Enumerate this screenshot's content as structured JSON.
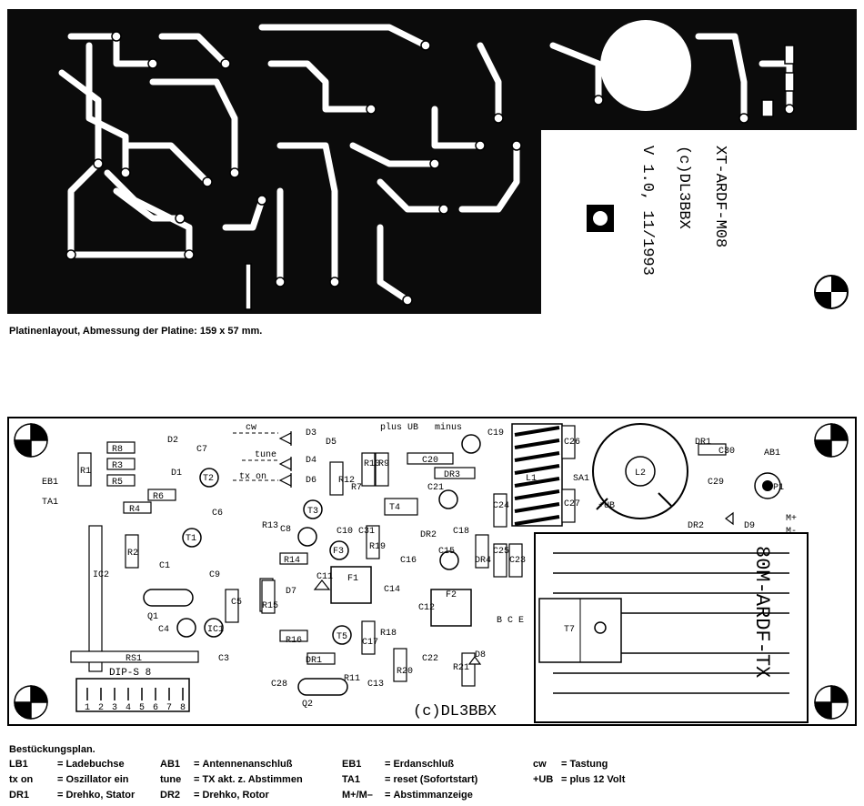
{
  "layout": {
    "caption": "Platinenlayout, Abmessung der Platine: 159 x 57 mm.",
    "silk_lines": [
      "XT-ARDF-M08",
      "(c)DL3BBX",
      "V 1.0, 11/1993"
    ]
  },
  "placement": {
    "caption": "Bestückungsplan.",
    "board_title": "80M-ARDF-TX",
    "copyright": "(c)DL3BBX",
    "dip_label": "DIP-S 8",
    "dip_numbers": [
      "1",
      "2",
      "3",
      "4",
      "5",
      "6",
      "7",
      "8"
    ],
    "labels": {
      "cw": "cw",
      "tune": "tune",
      "tx_on": "tx on",
      "plus_ub": "plus UB",
      "minus": "minus",
      "r8": "R8",
      "r3": "R3",
      "r5": "R5",
      "r1": "R1",
      "r6": "R6",
      "r4": "R4",
      "r2": "R2",
      "d2": "D2",
      "d1": "D1",
      "c7": "C7",
      "t2": "T2",
      "c6": "C6",
      "t1": "T1",
      "c9": "C9",
      "c1": "C1",
      "d3": "D3",
      "d4": "D4",
      "d6": "D6",
      "d5": "D5",
      "r12": "R12",
      "r10": "R10",
      "r9": "R9",
      "r7": "R7",
      "c19": "C19",
      "c20": "C20",
      "dr3": "DR3",
      "c21": "C21",
      "t4": "T4",
      "t3": "T3",
      "c8": "C8",
      "c10": "C10",
      "f3": "F3",
      "r13": "R13",
      "c31": "C31",
      "r19": "R19",
      "r14": "R14",
      "dr2_mid": "DR2",
      "c18": "C18",
      "c16": "C16",
      "c15": "C15",
      "c24": "C24",
      "c25": "C25",
      "c23": "C23",
      "dr4": "DR4",
      "l1": "L1",
      "c26": "C26",
      "c27": "C27",
      "l2": "L2",
      "dr1_top": "DR1",
      "c30": "C30",
      "ab1": "AB1",
      "c29": "C29",
      "p1": "P1",
      "d9": "D9",
      "dr2_right": "DR2",
      "m_plus": "M+",
      "m_minus": "M-",
      "f1": "F1",
      "f2": "F2",
      "c11": "C11",
      "c14": "C14",
      "c12": "C12",
      "r15": "R15",
      "d7": "D7",
      "q1": "Q1",
      "c4": "C4",
      "ic1": "IC1",
      "c5": "C5",
      "r11": "R11",
      "r16": "R16",
      "t5": "T5",
      "c17": "C17",
      "r18": "R18",
      "r20": "R20",
      "c22": "C22",
      "r21": "R21",
      "d8": "D8",
      "dr1_bot": "DR1",
      "q2": "Q2",
      "c28": "C28",
      "c13": "C13",
      "c3": "C3",
      "rs1": "RS1",
      "t7": "T7",
      "ic2": "IC2",
      "sa1": "SA1",
      "bce": "B C E",
      "eb1": "EB1",
      "ta1": "TA1",
      "ub_side": "+UB"
    }
  },
  "legend": [
    {
      "key": "LB1",
      "desc": "Ladebuchse"
    },
    {
      "key": "tx on",
      "desc": "Oszillator ein"
    },
    {
      "key": "DR1",
      "desc": "Drehko, Stator"
    },
    {
      "key": "AB1",
      "desc": "Antennenanschluß"
    },
    {
      "key": "tune",
      "desc": "TX akt. z. Abstimmen"
    },
    {
      "key": "DR2",
      "desc": "Drehko, Rotor"
    },
    {
      "key": "EB1",
      "desc": "Erdanschluß"
    },
    {
      "key": "TA1",
      "desc": "reset (Sofortstart)"
    },
    {
      "key": "M+/M–",
      "desc": "Abstimmanzeige"
    },
    {
      "key": "cw",
      "desc": "Tastung"
    },
    {
      "key": "+UB",
      "desc": "plus 12 Volt"
    }
  ]
}
